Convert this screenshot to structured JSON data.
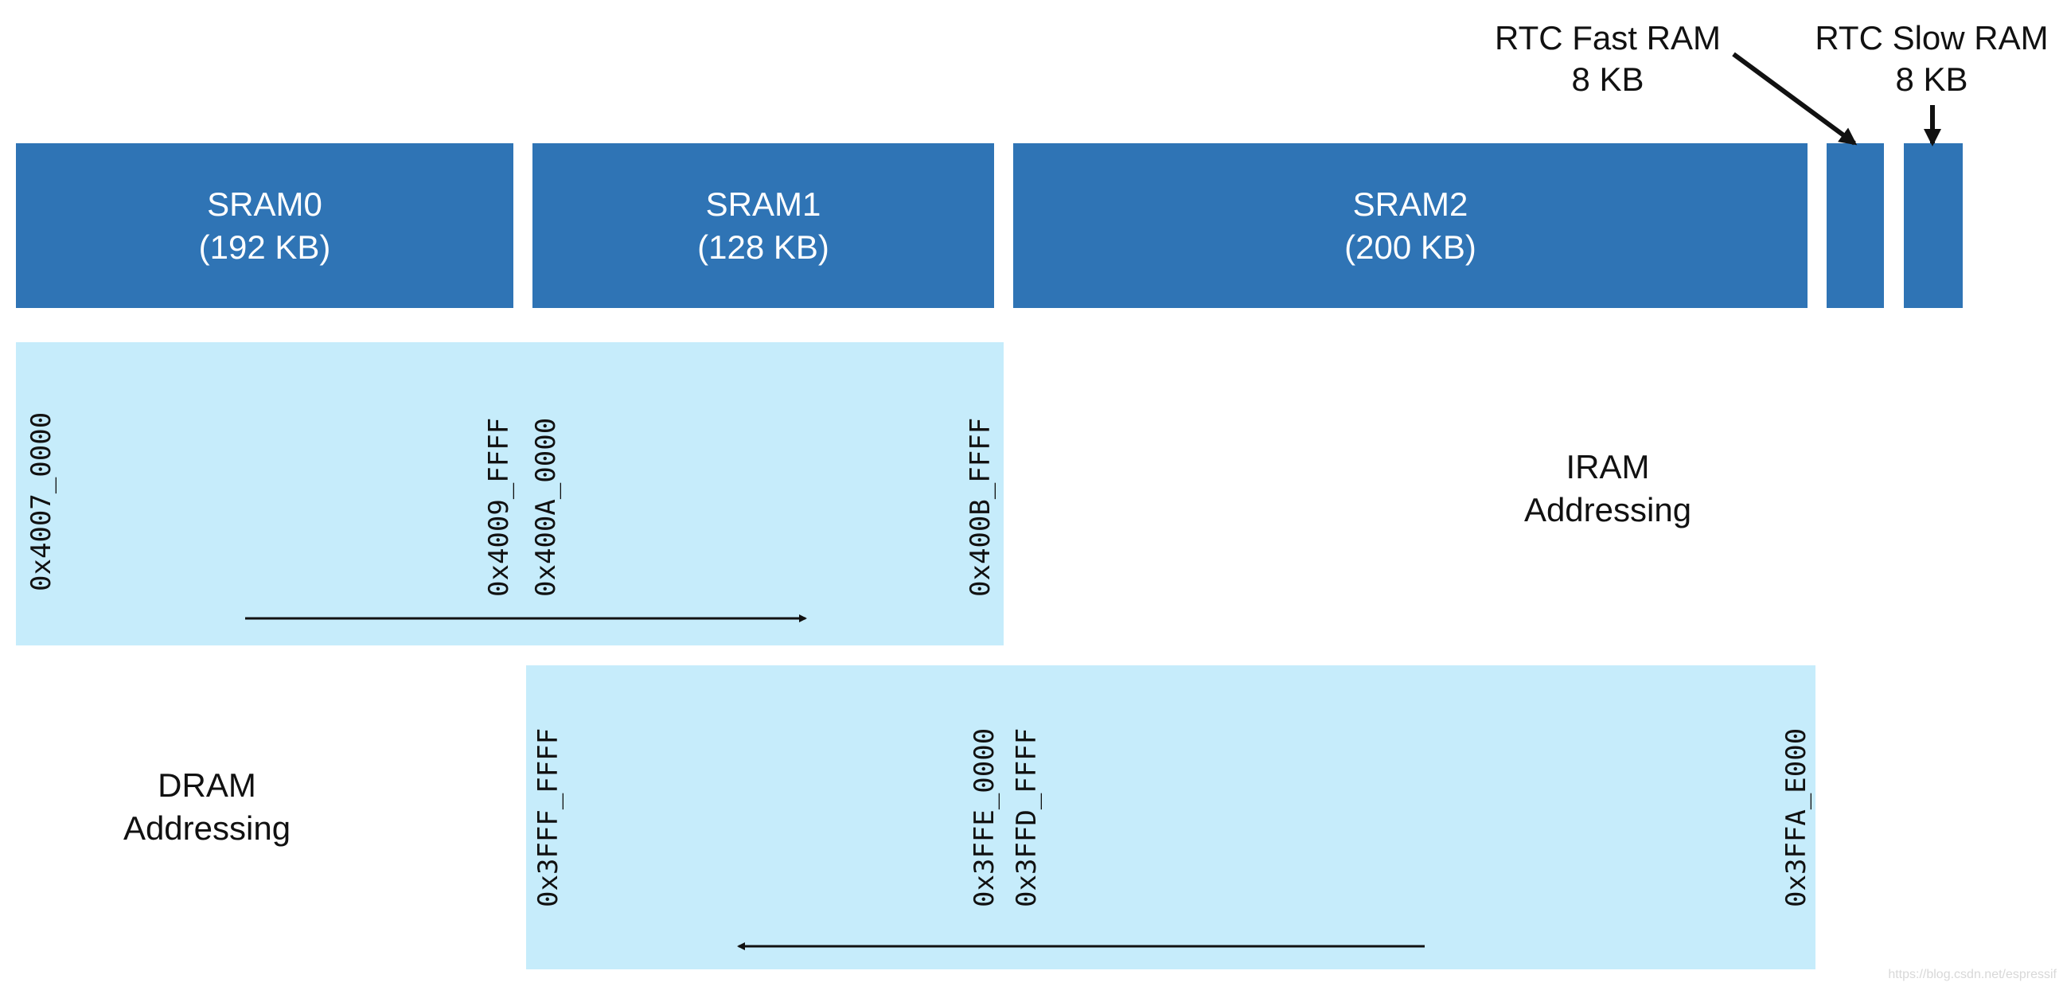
{
  "memory_blocks": {
    "sram0": {
      "name": "SRAM0",
      "size": "(192 KB)"
    },
    "sram1": {
      "name": "SRAM1",
      "size": "(128 KB)"
    },
    "sram2": {
      "name": "SRAM2",
      "size": "(200 KB)"
    },
    "rtc_fast": {
      "name": "RTC Fast RAM",
      "size": "8 KB"
    },
    "rtc_slow": {
      "name": "RTC Slow RAM",
      "size": "8 KB"
    }
  },
  "iram": {
    "title_line1": "IRAM",
    "title_line2": "Addressing",
    "addresses": [
      "0x4007_0000",
      "0x4009_FFFF",
      "0x400A_0000",
      "0x400B_FFFF"
    ]
  },
  "dram": {
    "title_line1": "DRAM",
    "title_line2": "Addressing",
    "addresses": [
      "0x3FFF_FFFF",
      "0x3FFE_0000",
      "0x3FFD_FFFF",
      "0x3FFA_E000"
    ]
  },
  "colors": {
    "block": "#2f74b5",
    "region": "#c6ecfb",
    "text": "#111111"
  },
  "watermark": "https://blog.csdn.net/espressif"
}
